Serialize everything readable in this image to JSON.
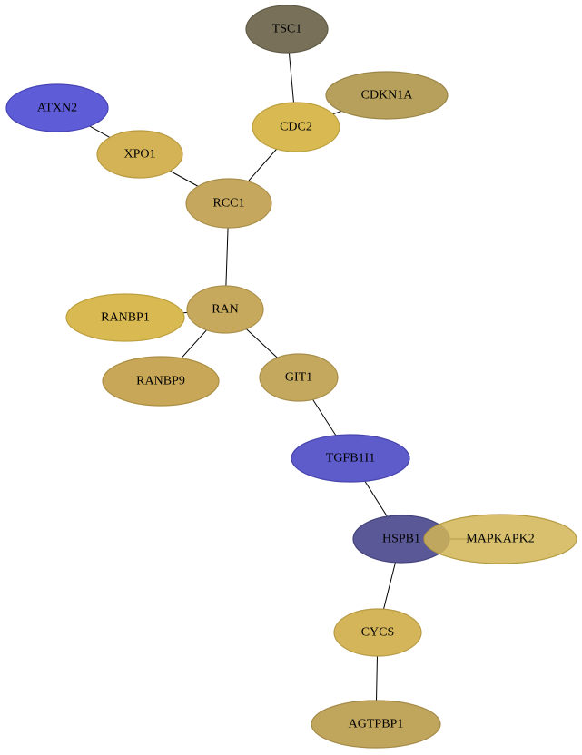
{
  "nodes": [
    {
      "id": "TSC1",
      "label": "TSC1",
      "fill": "#787059",
      "stroke": "#5f5a47"
    },
    {
      "id": "CDKN1A",
      "label": "CDKN1A",
      "fill": "#b7a05c",
      "stroke": "#9a8648"
    },
    {
      "id": "ATXN2",
      "label": "ATXN2",
      "fill": "#5e5cd6",
      "stroke": "#4644b5"
    },
    {
      "id": "CDC2",
      "label": "CDC2",
      "fill": "#d8b952",
      "stroke": "#bda03e"
    },
    {
      "id": "XPO1",
      "label": "XPO1",
      "fill": "#d3b356",
      "stroke": "#b89a42"
    },
    {
      "id": "RCC1",
      "label": "RCC1",
      "fill": "#c5a85e",
      "stroke": "#a98f4b"
    },
    {
      "id": "RAN",
      "label": "RAN",
      "fill": "#c7a95d",
      "stroke": "#ab8f49"
    },
    {
      "id": "RANBP1",
      "label": "RANBP1",
      "fill": "#d8b952",
      "stroke": "#bda03e"
    },
    {
      "id": "RANBP9",
      "label": "RANBP9",
      "fill": "#c8a858",
      "stroke": "#ab8e44"
    },
    {
      "id": "GIT1",
      "label": "GIT1",
      "fill": "#c4a85e",
      "stroke": "#a88e4b"
    },
    {
      "id": "TGFB1I1",
      "label": "TGFB1I1",
      "fill": "#5e5cca",
      "stroke": "#4644ad"
    },
    {
      "id": "MAPKAPK2",
      "label": "MAPKAPK2",
      "fill": "#d2b556",
      "stroke": "#b59b42"
    },
    {
      "id": "HSPB1",
      "label": "HSPB1",
      "fill": "#5a5896",
      "stroke": "#45437b"
    },
    {
      "id": "CYCS",
      "label": "CYCS",
      "fill": "#d4b55a",
      "stroke": "#b89b46"
    },
    {
      "id": "AGTPBP1",
      "label": "AGTPBP1",
      "fill": "#c0a55c",
      "stroke": "#a48b48"
    }
  ],
  "edges": [
    [
      "TSC1",
      "CDC2"
    ],
    [
      "CDKN1A",
      "CDC2"
    ],
    [
      "ATXN2",
      "XPO1"
    ],
    [
      "XPO1",
      "RCC1"
    ],
    [
      "CDC2",
      "RCC1"
    ],
    [
      "RCC1",
      "RAN"
    ],
    [
      "RAN",
      "RANBP1"
    ],
    [
      "RAN",
      "RANBP9"
    ],
    [
      "RAN",
      "GIT1"
    ],
    [
      "GIT1",
      "TGFB1I1"
    ],
    [
      "TGFB1I1",
      "HSPB1"
    ],
    [
      "HSPB1",
      "MAPKAPK2"
    ],
    [
      "HSPB1",
      "CYCS"
    ],
    [
      "CYCS",
      "AGTPBP1"
    ]
  ]
}
